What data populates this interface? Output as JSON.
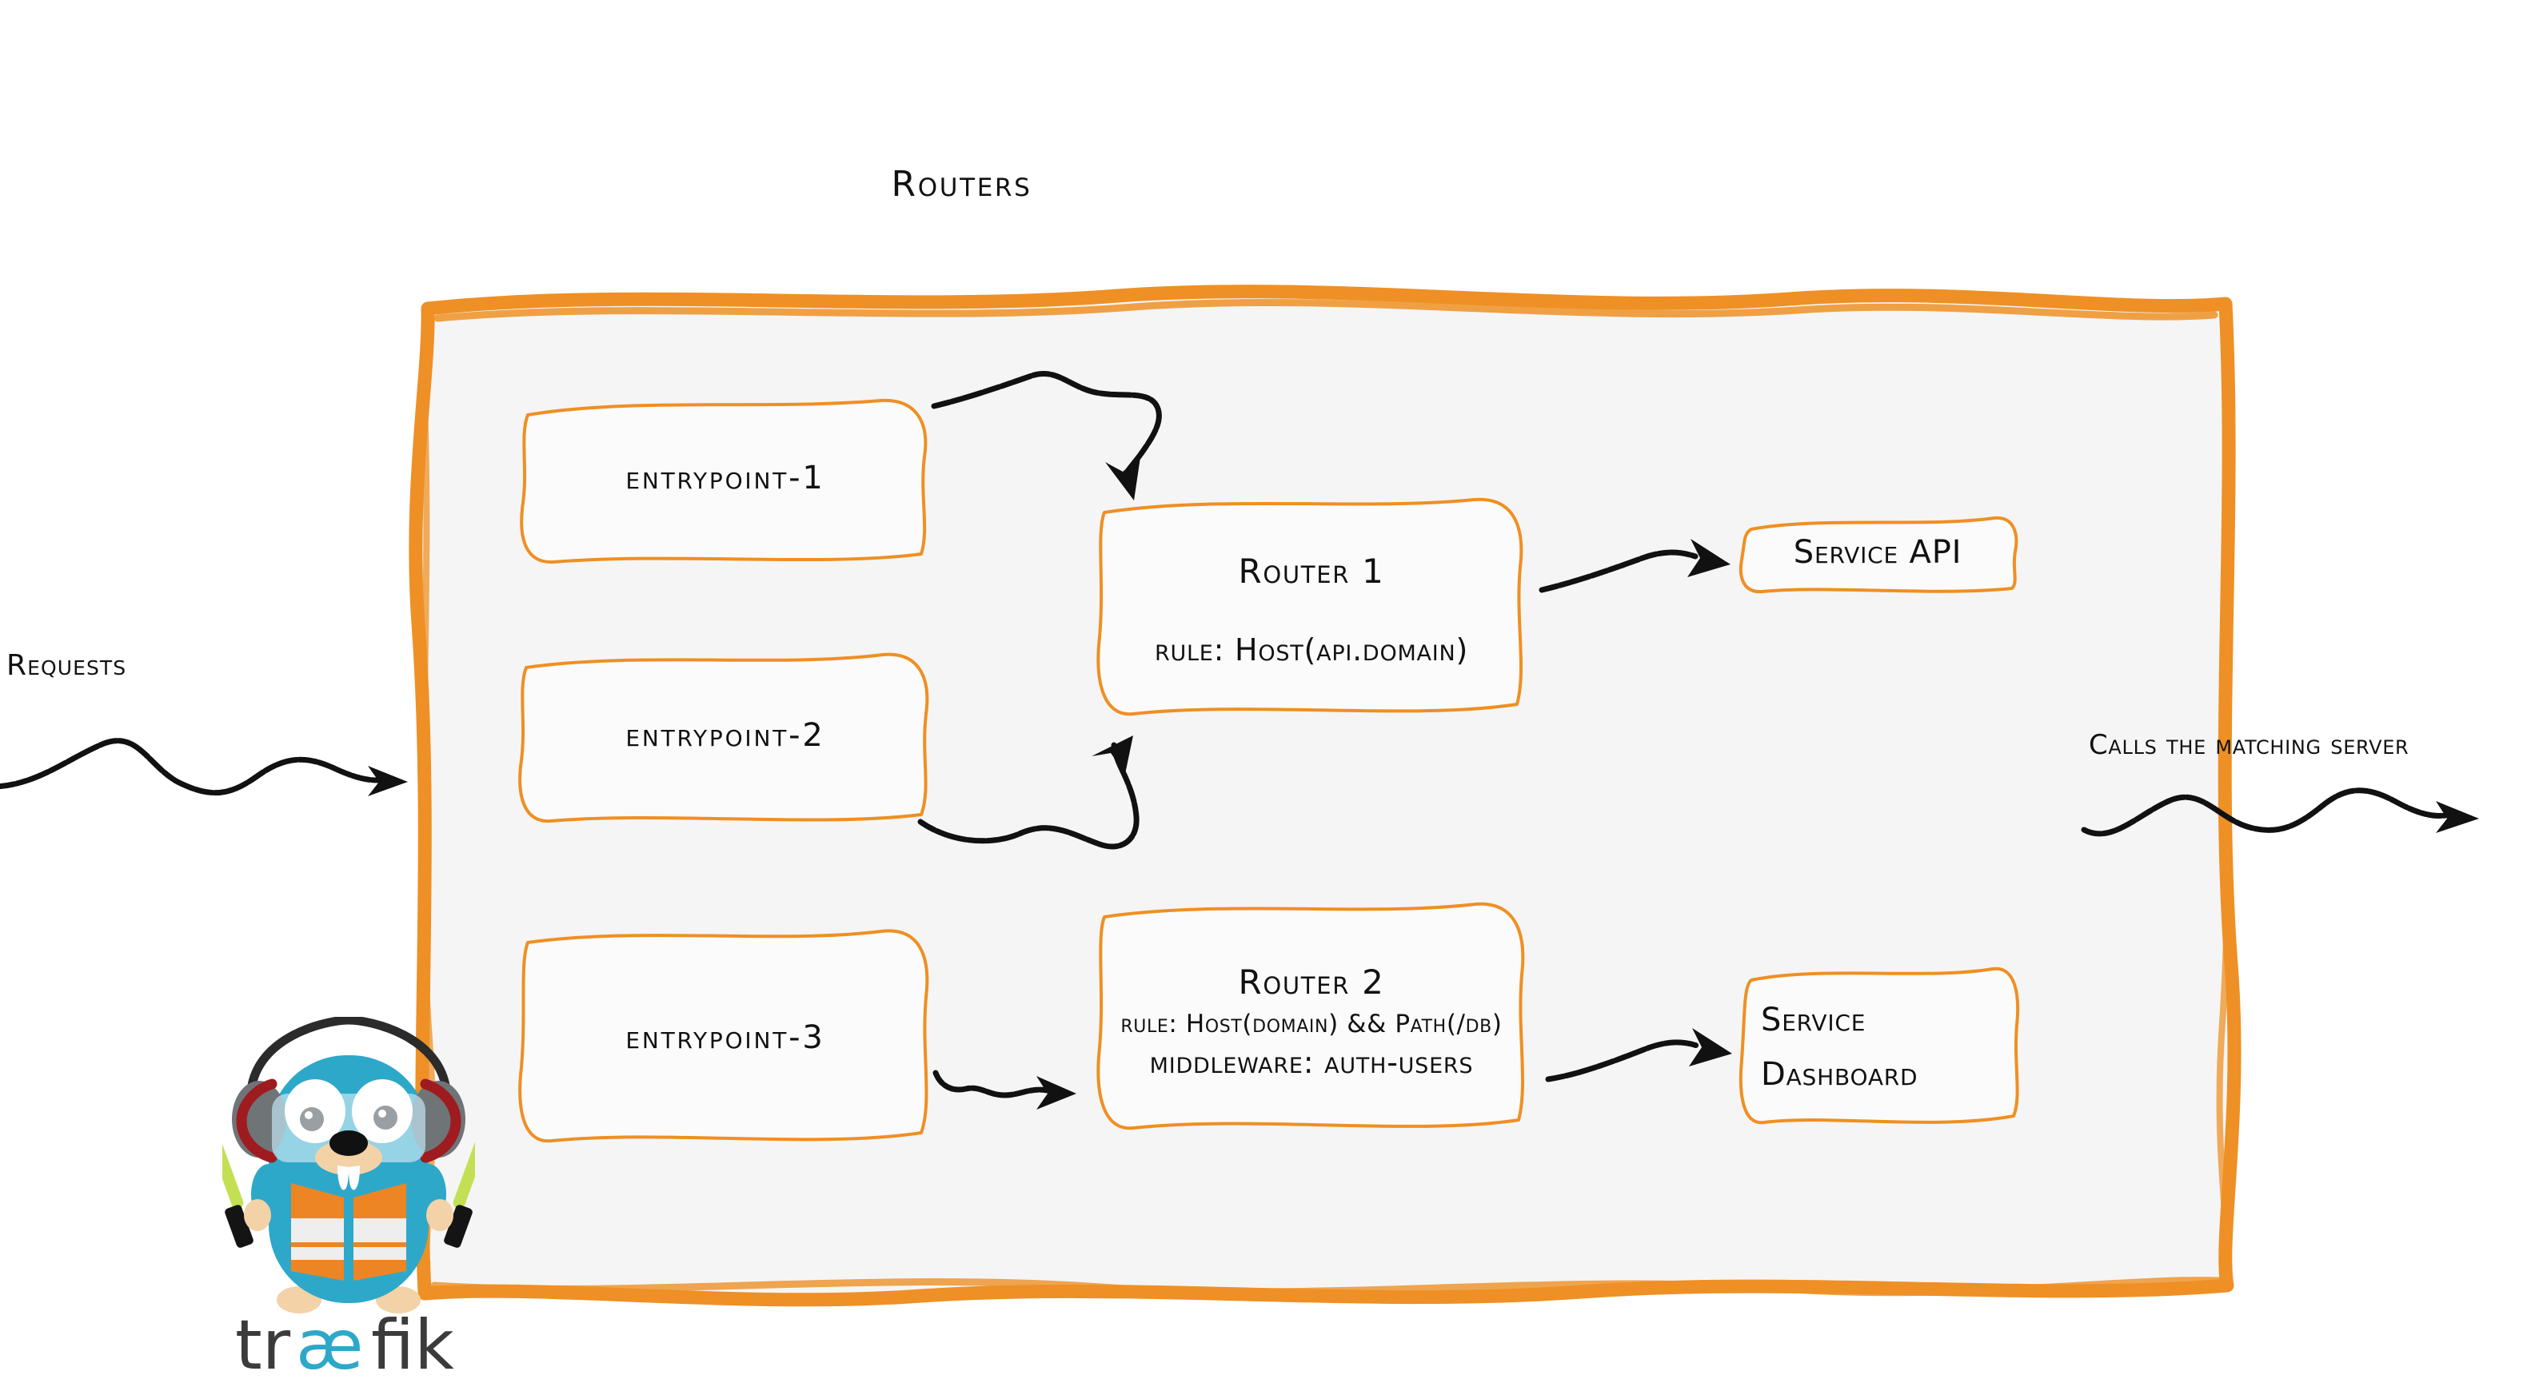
{
  "diagram": {
    "title": "Routers",
    "ingress_label": "Requests",
    "egress_label": "Calls the matching server"
  },
  "entrypoints": [
    {
      "label": "entrypoint-1"
    },
    {
      "label": "entrypoint-2"
    },
    {
      "label": "entrypoint-3"
    }
  ],
  "routers": [
    {
      "title": "Router 1",
      "rule": "rule: Host(api.domain)"
    },
    {
      "title": "Router 2",
      "rule": "rule: Host(domain) && Path(/db)",
      "middleware": "middleware: auth-users"
    }
  ],
  "services": [
    {
      "label": "Service API"
    },
    {
      "label_line1": "Service",
      "label_line2": "Dashboard"
    }
  ],
  "brand": {
    "wordmark_part1": "tr",
    "wordmark_part2": "æ",
    "wordmark_part3": "fik"
  },
  "colors": {
    "frame_orange": "#ee9025",
    "box_orange": "#ef8f23",
    "panel_fill": "#f5f5f5",
    "box_fill": "#fbfbfb",
    "ink": "#111111",
    "gopher_body": "#2ea8c8",
    "gopher_vest": "#ee8524",
    "gopher_vest_stripe": "#eeeeee",
    "gopher_muzzle": "#f3d2a8",
    "gopher_goggle": "#bfe3f0",
    "headphone_cup": "#6f7477",
    "headphone_rim": "#9e1b20",
    "wand_green": "#c3e054",
    "wordmark_dark": "#3b3b3b",
    "wordmark_cyan": "#2ea8c8"
  }
}
